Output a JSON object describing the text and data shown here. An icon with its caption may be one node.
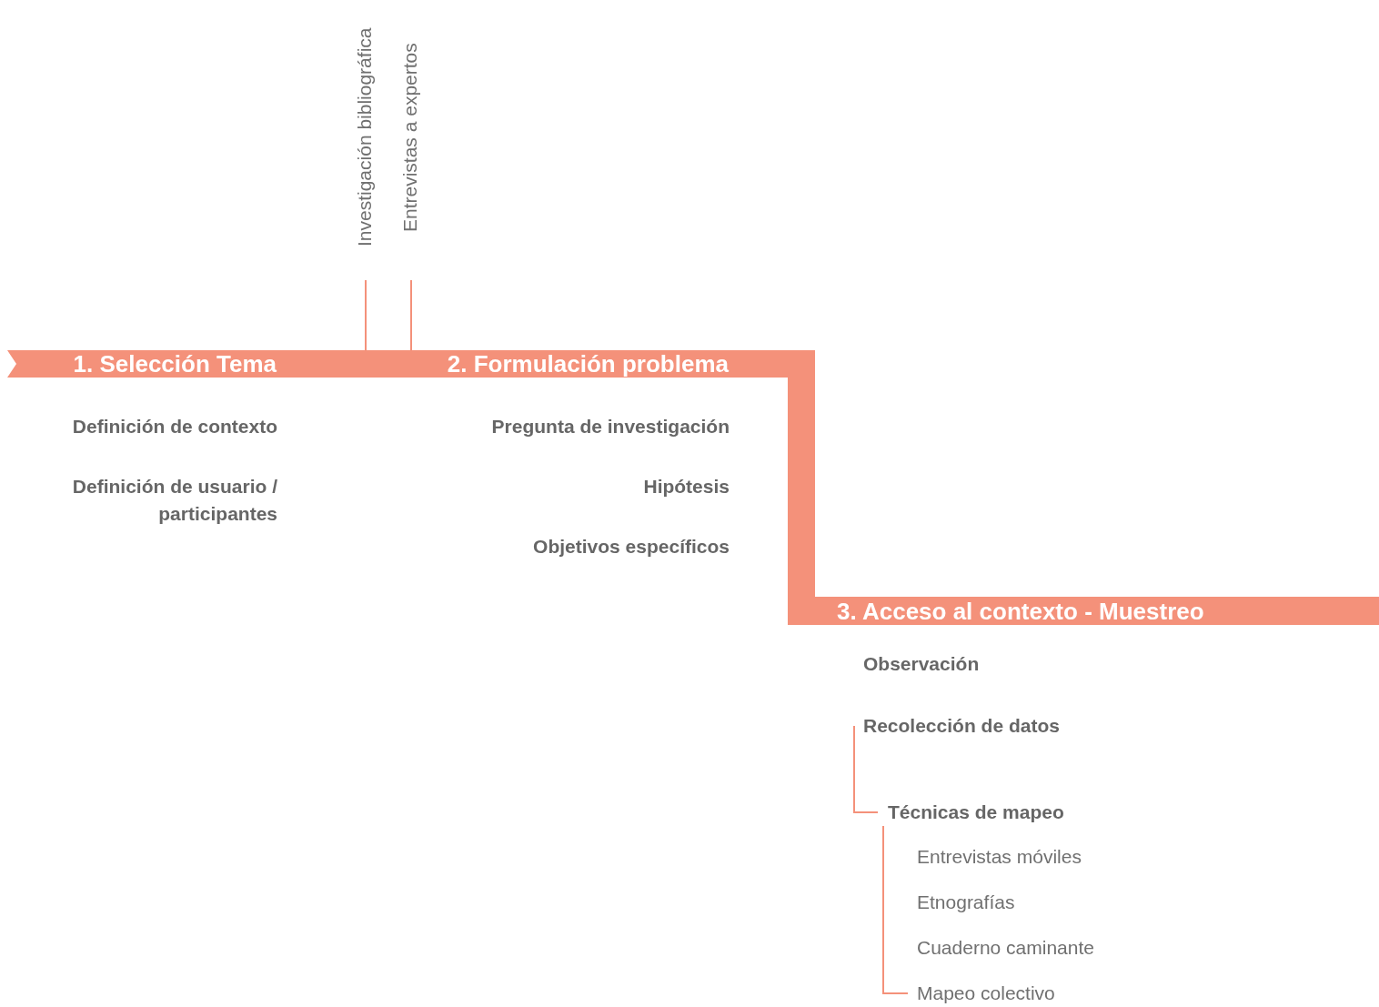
{
  "diagram": {
    "nodes": [
      {
        "text": [
          "Investigación bibliográfica"
        ]
      },
      {
        "text": [
          "Entrevistas a expertos"
        ]
      },
      {
        "text": [
          "1. Selección Tema"
        ]
      },
      {
        "text": [
          "2. Formulación problema"
        ]
      },
      {
        "text": [
          "3. Acceso al contexto - Muestreo"
        ]
      },
      {
        "text": [
          "Recolección de datos"
        ]
      },
      {
        "text": [
          "Técnicas de mapeo"
        ]
      },
      {
        "text": [
          "Mapeo colectivo"
        ]
      },
      {
        "text": [],
        "shape": "bar"
      }
    ],
    "edges": [
      {
        "from": 0,
        "to": 3,
        "arrow": "none"
      },
      {
        "from": 1,
        "to": 3,
        "arrow": "none"
      },
      {
        "from": 5,
        "to": 6,
        "arrow": "none"
      },
      {
        "from": 6,
        "to": 7,
        "arrow": "none"
      }
    ],
    "labels": [
      "Definición de contexto",
      "Pregunta de investigación",
      "Definición de usuario / participantes",
      "Hipótesis",
      "Objetivos específicos",
      "Observación",
      "Entrevistas móviles",
      "Etnografías",
      "Cuaderno caminante"
    ]
  }
}
